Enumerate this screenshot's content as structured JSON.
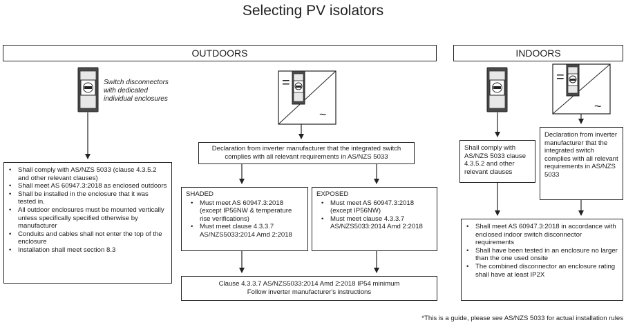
{
  "title": "Selecting PV isolators",
  "outdoors": {
    "header": "OUTDOORS",
    "switch_caption": "Switch disconnectors with dedicated individual enclosures",
    "left_box": [
      "Shall comply with AS/NZS 5033 (clause 4.3.5.2 and other relevant clauses)",
      "Shall meet AS 60947.3:2018 as enclosed outdoors",
      "Shall be installed in the enclosure that it was tested in.",
      "All outdoor enclosures must be mounted vertically unless specifically specified otherwise by manufacturer",
      "Conduits and cables shall not enter the top of the enclosure",
      "Installation shall meet section 8.3"
    ],
    "declaration": "Declaration from inverter manufacturer that the integrated switch complies with all relevant requirements in AS/NZS 5033",
    "shaded": {
      "heading": "SHADED",
      "items": [
        "Must meet AS 60947.3:2018 (except IP56NW & temperature rise verifications)",
        "Must meet clause 4.3.3.7 AS/NZS5033:2014 Amd 2:2018"
      ]
    },
    "exposed": {
      "heading": "EXPOSED",
      "items": [
        "Must meet AS 60947.3:2018 (except IP56NW)",
        "Must meet clause 4.3.3.7 AS/NZS5033:2014 Amd 2:2018"
      ]
    },
    "bottom_line1": "Clause 4.3.3.7 AS/NZS5033:2014 Amd 2:2018 IP54 minimum",
    "bottom_line2": "Follow inverter manufacturer's instructions"
  },
  "indoors": {
    "header": "INDOORS",
    "comply_box": "Shall comply with AS/NZS 5033 clause 4.3.5.2 and other relevant clauses",
    "declaration": "Declaration from inverter manufacturer that the integrated switch complies with all relevant requirements in AS/NZS 5033",
    "bottom_box": [
      "Shall meet AS 60947.3:2018 in accordance with enclosed indoor switch disconnector requirements",
      "Shall have been tested in an enclosure no larger than the one used onsite",
      "The combined disconnector an enclosure rating shall have at least IP2X"
    ]
  },
  "footnote": "*This is a guide, please see AS/NZS 5033 for actual installation rules",
  "icons": {
    "inverter_dc_symbol": "=",
    "inverter_ac_symbol": "~"
  }
}
